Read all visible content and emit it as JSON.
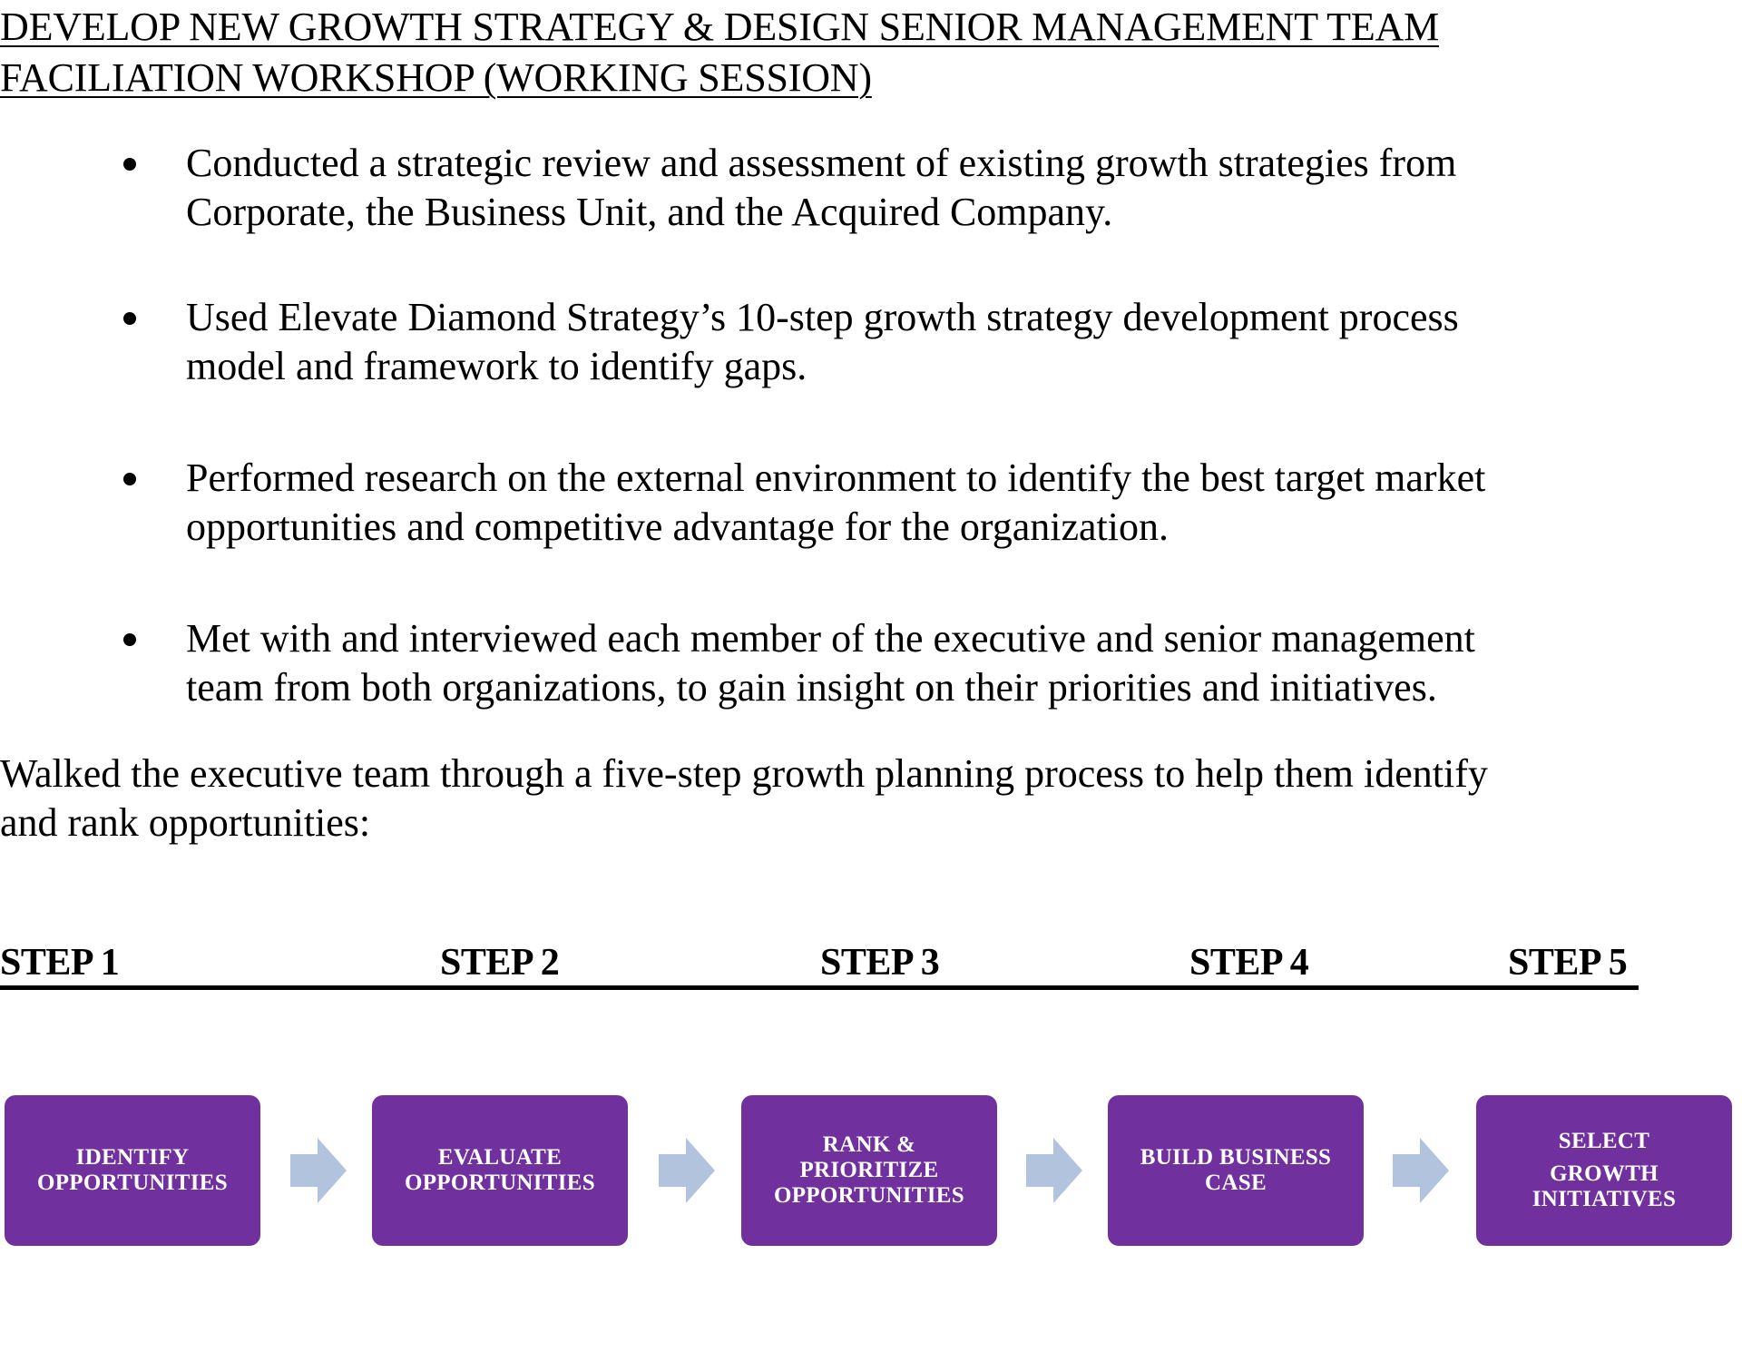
{
  "document": {
    "title_lines": [
      "DEVELOP NEW GROWTH STRATEGY & DESIGN SENIOR MANAGEMENT TEAM",
      "FACILIATION WORKSHOP (WORKING SESSION)"
    ],
    "bullets": [
      {
        "lines": [
          "Conducted a strategic review and assessment of existing growth strategies from",
          "Corporate, the Business Unit, and the Acquired Company."
        ]
      },
      {
        "lines": [
          "Used Elevate Diamond Strategy’s 10-step growth strategy development process",
          "model and framework to identify gaps."
        ]
      },
      {
        "lines": [
          "Performed research on the external environment to identify the best target market",
          "opportunities and competitive advantage for the organization."
        ]
      },
      {
        "lines": [
          "Met with and interviewed each member of the executive and senior management",
          "team from both organizations, to gain insight on their priorities and initiatives."
        ]
      }
    ],
    "paragraph_lines": [
      "Walked the executive team through a five-step growth planning process to help them identify",
      "and rank opportunities:"
    ],
    "steps": [
      {
        "label": "STEP 1",
        "box_lines": [
          "IDENTIFY",
          "OPPORTUNITIES"
        ]
      },
      {
        "label": "STEP 2",
        "box_lines": [
          "EVALUATE",
          "OPPORTUNITIES"
        ]
      },
      {
        "label": "STEP 3",
        "box_lines": [
          "RANK &",
          "PRIORITIZE",
          "OPPORTUNITIES"
        ]
      },
      {
        "label": "STEP 4",
        "box_lines": [
          "BUILD BUSINESS",
          "CASE"
        ]
      },
      {
        "label": "STEP 5",
        "box_lines": [
          "SELECT",
          "GROWTH",
          "INITIATIVES"
        ]
      }
    ],
    "colors": {
      "box_fill": "#70309e",
      "arrow_fill": "#b1c3dd",
      "text": "#000000"
    }
  }
}
